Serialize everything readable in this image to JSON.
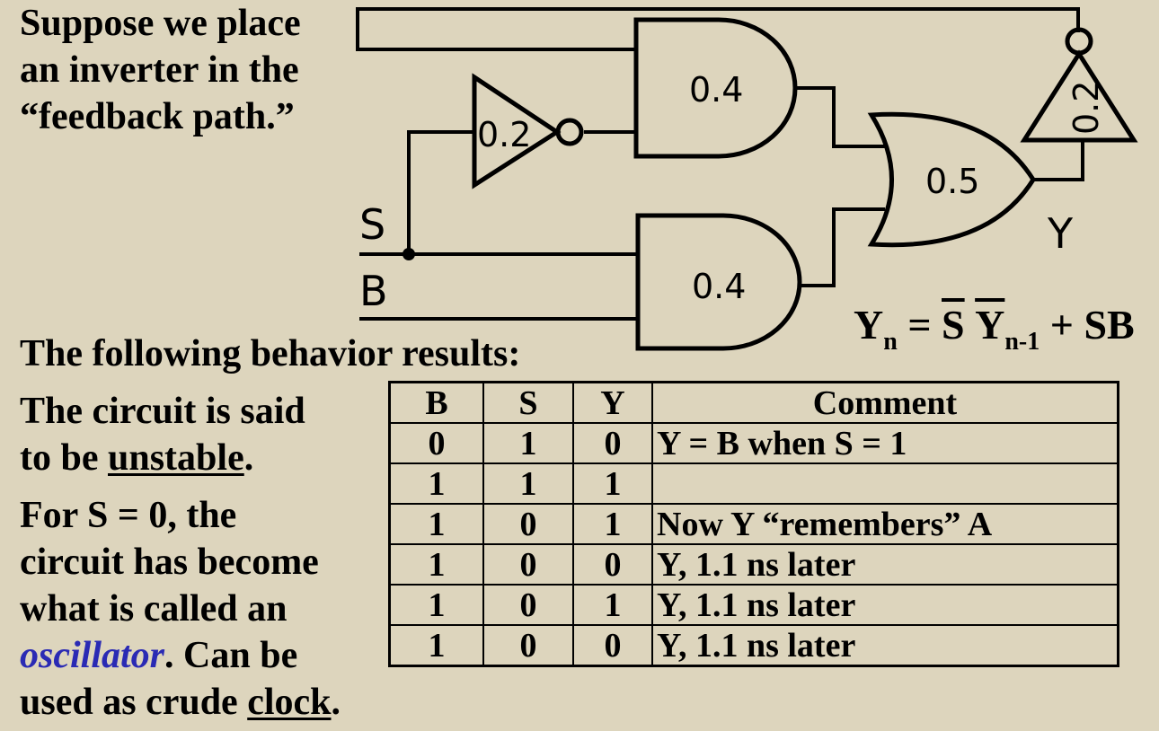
{
  "intro": {
    "line1": "Suppose we place",
    "line2": "an inverter in the",
    "line3": "“feedback path.”"
  },
  "behavior_heading": "The following behavior results:",
  "left_text": {
    "l1": "The circuit is said",
    "l2_pre": "to be ",
    "l2_u": "unstable",
    "l2_post": ".",
    "l3": "For S = 0, the",
    "l4": "circuit has become",
    "l5": "what is called an",
    "l6_em": "oscillator",
    "l6_post": ". Can be",
    "l7_pre": "used as crude ",
    "l7_u": "clock",
    "l7_post": "."
  },
  "circuit": {
    "and_top_delay": "0.4",
    "and_bottom_delay": "0.4",
    "inv_left_delay": "0.2",
    "or_delay": "0.5",
    "inv_feedback_delay": "0.2",
    "label_s": "S",
    "label_b": "B",
    "label_y": "Y"
  },
  "equation": {
    "y": "Y",
    "n": "n",
    "eq": " = ",
    "s": "S",
    "y2": "Y",
    "nm1": "n-1",
    "tail": " + SB"
  },
  "table": {
    "headers": [
      "B",
      "S",
      "Y",
      "Comment"
    ],
    "rows": [
      [
        "0",
        "1",
        "0",
        "Y = B when S = 1"
      ],
      [
        "1",
        "1",
        "1",
        ""
      ],
      [
        "1",
        "0",
        "1",
        "Now Y “remembers” A"
      ],
      [
        "1",
        "0",
        "0",
        "Y, 1.1 ns later"
      ],
      [
        "1",
        "0",
        "1",
        "Y, 1.1 ns later"
      ],
      [
        "1",
        "0",
        "0",
        "Y, 1.1 ns later"
      ]
    ]
  }
}
